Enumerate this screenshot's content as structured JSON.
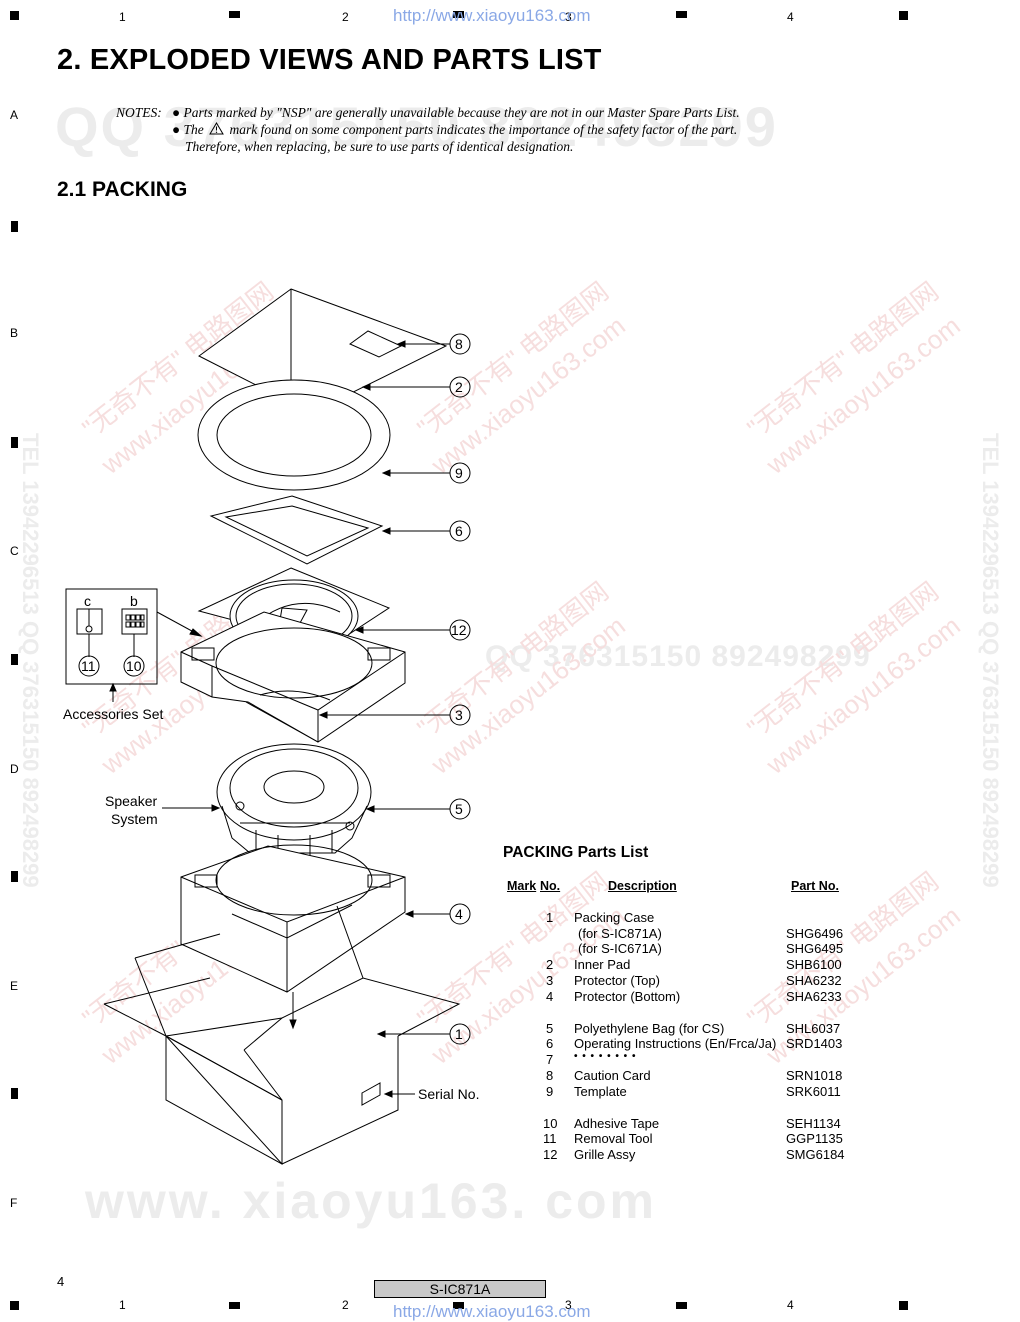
{
  "watermarks": {
    "url_top": "http://www.xiaoyu163.com",
    "url_bottom": "http://www.xiaoyu163.com",
    "qq_big": "QQ 376315150  892498299",
    "qq_mid": "QQ 376315150  892498299",
    "tel_left": "TEL 13942296513  QQ 376315150  892498299",
    "tel_right": "TEL 13942296513  QQ 376315150  892498299",
    "site_bottom": "www. xiaoyu163. com",
    "cn_stamp": "\"无奇不有\" 电路图网",
    "cn_site": "www.xiaoyu163.com"
  },
  "grid": {
    "columns": [
      "1",
      "2",
      "3",
      "4"
    ],
    "rows": [
      "A",
      "B",
      "C",
      "D",
      "E",
      "F"
    ]
  },
  "page_title": "2. EXPLODED VIEWS AND PARTS LIST",
  "notes": {
    "label": "NOTES:",
    "line1": "Parts marked by \"NSP\" are generally unavailable because they are not in our Master Spare Parts List.",
    "line2a": "The",
    "line2b": "mark found on some component parts indicates the importance of the safety factor of the part.",
    "line3": "Therefore, when replacing, be sure to use parts of identical designation."
  },
  "section_title": "2.1 PACKING",
  "diagram": {
    "callouts": [
      "8",
      "2",
      "9",
      "6",
      "12",
      "3",
      "5",
      "4",
      "1",
      "11",
      "10"
    ],
    "acc_c": "c",
    "acc_b": "b",
    "accessories_label": "Accessories Set",
    "speaker_label_1": "Speaker",
    "speaker_label_2": "System",
    "serial_label": "Serial No."
  },
  "parts_list": {
    "title": "PACKING Parts List",
    "headers": {
      "mark": "Mark",
      "no": "No.",
      "description": "Description",
      "part_no": "Part No."
    },
    "rows": [
      {
        "no": "1",
        "desc": "Packing Case",
        "part": ""
      },
      {
        "no": "",
        "desc": "(for S-IC871A)",
        "part": "SHG6496"
      },
      {
        "no": "",
        "desc": "(for S-IC671A)",
        "part": "SHG6495"
      },
      {
        "no": "2",
        "desc": "Inner Pad",
        "part": "SHB6100"
      },
      {
        "no": "3",
        "desc": "Protector (Top)",
        "part": "SHA6232"
      },
      {
        "no": "4",
        "desc": "Protector (Bottom)",
        "part": "SHA6233"
      },
      {
        "no": "5",
        "desc": "Polyethylene Bag (for CS)",
        "part": "SHL6037"
      },
      {
        "no": "6",
        "desc": "Operating Instructions (En/Frca/Ja)",
        "part": "SRD1403"
      },
      {
        "no": "7",
        "desc": "• • • • • • • •",
        "part": ""
      },
      {
        "no": "8",
        "desc": "Caution Card",
        "part": "SRN1018"
      },
      {
        "no": "9",
        "desc": "Template",
        "part": "SRK6011"
      },
      {
        "no": "10",
        "desc": "Adhesive Tape",
        "part": "SEH1134"
      },
      {
        "no": "11",
        "desc": "Removal Tool",
        "part": "GGP1135"
      },
      {
        "no": "12",
        "desc": "Grille Assy",
        "part": "SMG6184"
      }
    ]
  },
  "footer": {
    "page_number": "4",
    "model": "S-IC871A"
  }
}
